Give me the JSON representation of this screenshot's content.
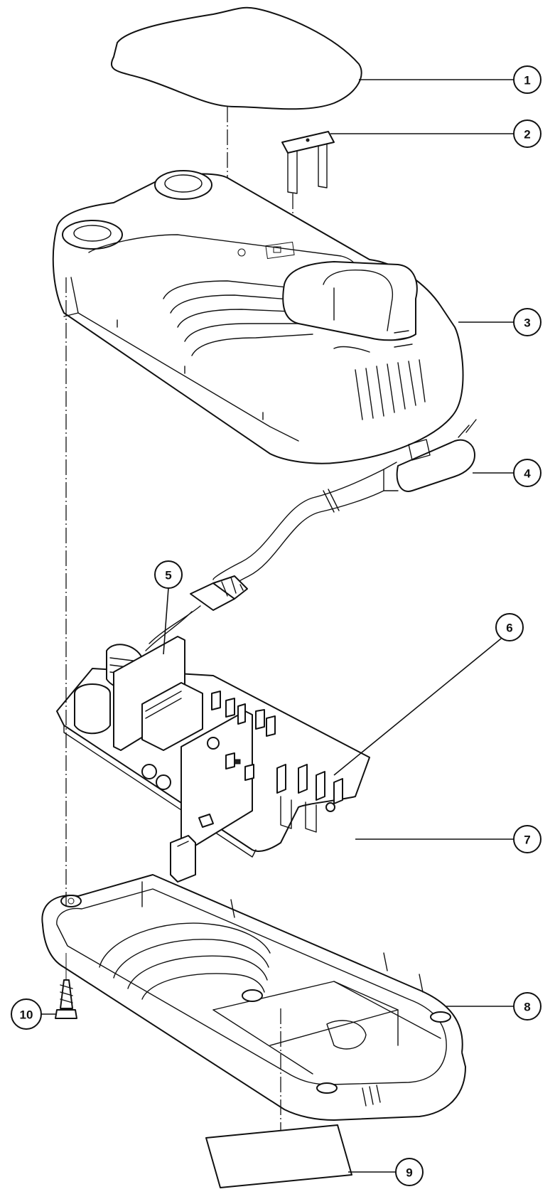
{
  "callouts": [
    {
      "id": "1",
      "part": "label-top"
    },
    {
      "id": "2",
      "part": "clip"
    },
    {
      "id": "3",
      "part": "upper-housing"
    },
    {
      "id": "4",
      "part": "mains-plug"
    },
    {
      "id": "5",
      "part": "cable-strain-relief"
    },
    {
      "id": "6",
      "part": "battery-contacts"
    },
    {
      "id": "7",
      "part": "circuit-board"
    },
    {
      "id": "8",
      "part": "lower-housing"
    },
    {
      "id": "9",
      "part": "label-bottom"
    },
    {
      "id": "10",
      "part": "screw"
    }
  ],
  "colors": {
    "line": "#111111",
    "background": "#ffffff"
  }
}
